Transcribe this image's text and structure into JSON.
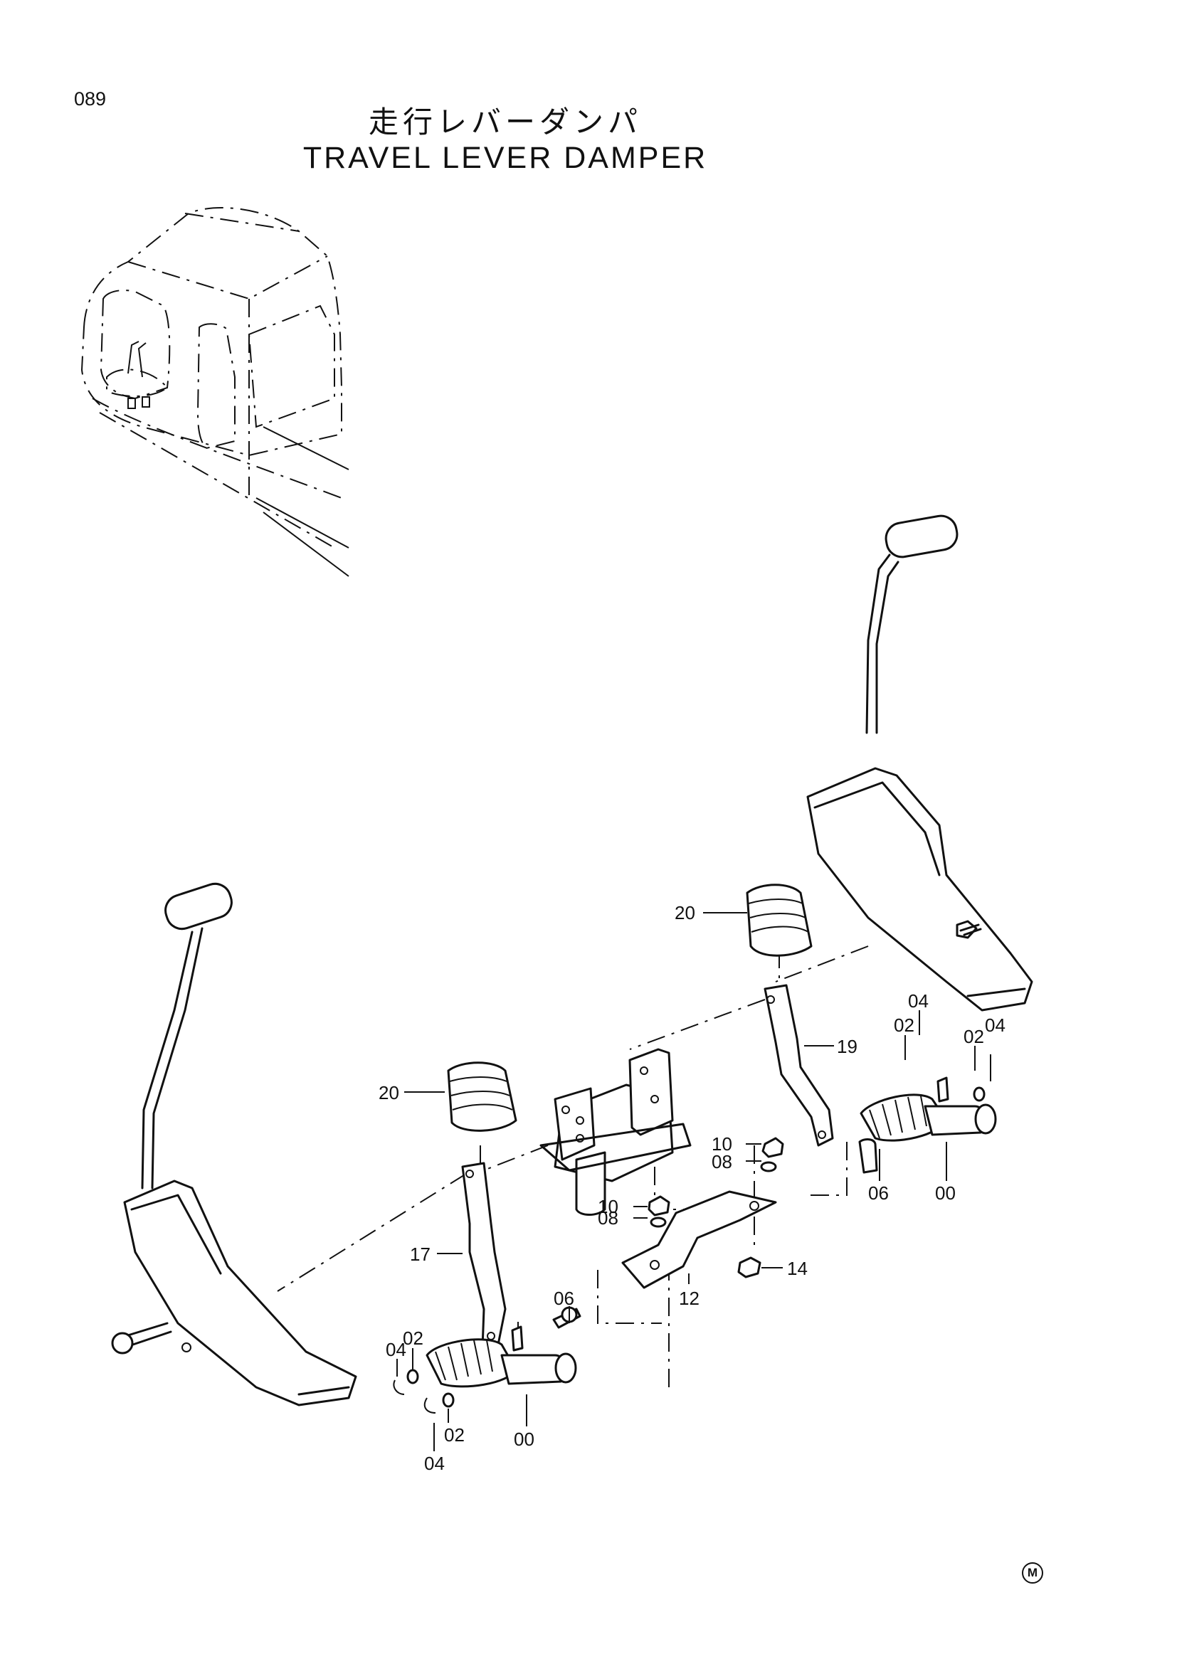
{
  "page_number": "089",
  "title_jp": "走行レバーダンパ",
  "title_en": "TRAVEL LEVER DAMPER",
  "callouts": {
    "c20_top": "20",
    "c19": "19",
    "c04_r1": "04",
    "c02_r1": "02",
    "c02_r2": "02",
    "c04_r2": "04",
    "c20_left": "20",
    "c10_r": "10",
    "c08_r": "08",
    "c06_r": "06",
    "c00_r": "00",
    "c10_c": "10",
    "c08_c": "08",
    "c17": "17",
    "c14": "14",
    "c12": "12",
    "c06_l": "06",
    "c02_l1": "02",
    "c04_l1": "04",
    "c00_l": "00",
    "c02_l2": "02",
    "c04_l2": "04"
  },
  "footer_mark": "M"
}
